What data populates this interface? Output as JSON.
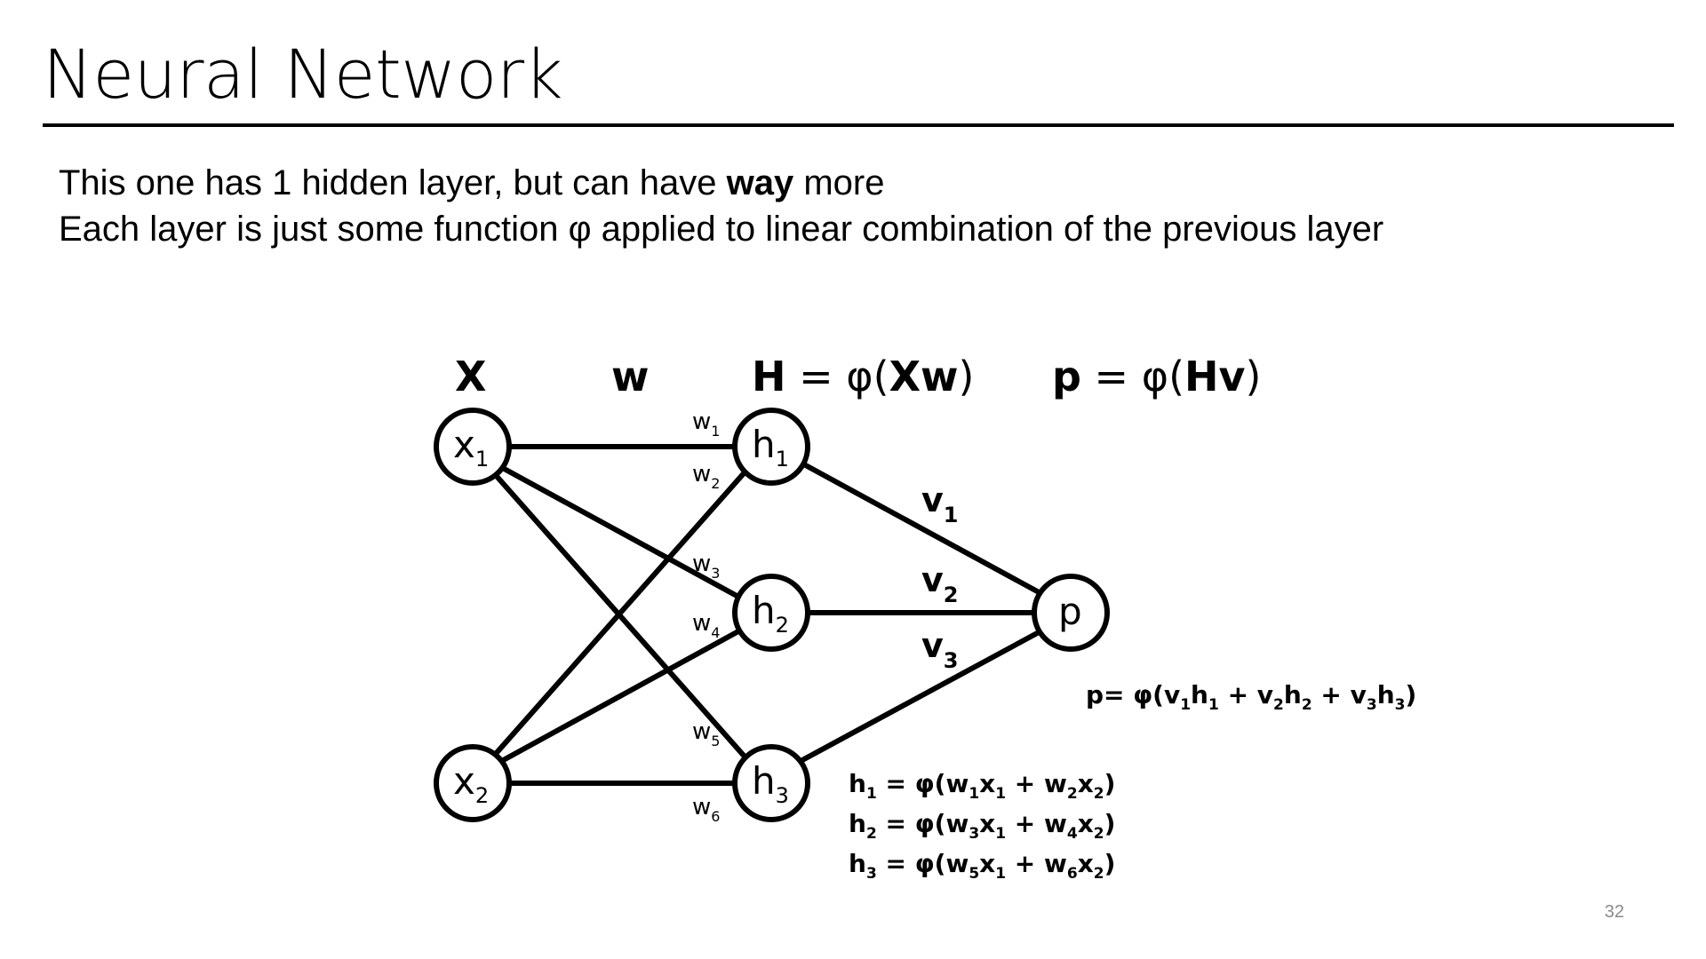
{
  "slide": {
    "title": "Neural Network",
    "bullet1_pre": "This one has 1 hidden layer, but can have ",
    "bullet1_bold": "way",
    "bullet1_post": " more",
    "bullet2": "Each layer is just some function φ applied to linear combination of the previous layer",
    "page_number": "32"
  },
  "diagram": {
    "headers": {
      "x": "X",
      "w": "w",
      "h_lhs": "H",
      "h_eq": " = φ(",
      "h_inner": "Xw",
      "h_close": ")",
      "p_lhs": "p",
      "p_eq": " = φ(",
      "p_inner": "Hv",
      "p_close": ")"
    },
    "nodes": {
      "x1": {
        "main": "x",
        "sub": "1"
      },
      "x2": {
        "main": "x",
        "sub": "2"
      },
      "h1": {
        "main": "h",
        "sub": "1"
      },
      "h2": {
        "main": "h",
        "sub": "2"
      },
      "h3": {
        "main": "h",
        "sub": "3"
      },
      "p": {
        "main": "p"
      }
    },
    "weights": {
      "w1": {
        "main": "w",
        "sub": "1"
      },
      "w2": {
        "main": "w",
        "sub": "2"
      },
      "w3": {
        "main": "w",
        "sub": "3"
      },
      "w4": {
        "main": "w",
        "sub": "4"
      },
      "w5": {
        "main": "w",
        "sub": "5"
      },
      "w6": {
        "main": "w",
        "sub": "6"
      },
      "v1": {
        "main": "v",
        "sub": "1"
      },
      "v2": {
        "main": "v",
        "sub": "2"
      },
      "v3": {
        "main": "v",
        "sub": "3"
      }
    },
    "equations": {
      "p": [
        "p= φ(v",
        "1",
        "h",
        "1",
        " + v",
        "2",
        "h",
        "2",
        " + v",
        "3",
        "h",
        "3",
        ")"
      ],
      "h1": [
        "h",
        "1",
        " = φ(w",
        "1",
        "x",
        "1",
        " + w",
        "2",
        "x",
        "2",
        ")"
      ],
      "h2": [
        "h",
        "2",
        " = φ(w",
        "3",
        "x",
        "1",
        " + w",
        "4",
        "x",
        "2",
        ")"
      ],
      "h3": [
        "h",
        "3",
        " = φ(w",
        "5",
        "x",
        "1",
        " + w",
        "6",
        "x",
        "2",
        ")"
      ]
    }
  }
}
